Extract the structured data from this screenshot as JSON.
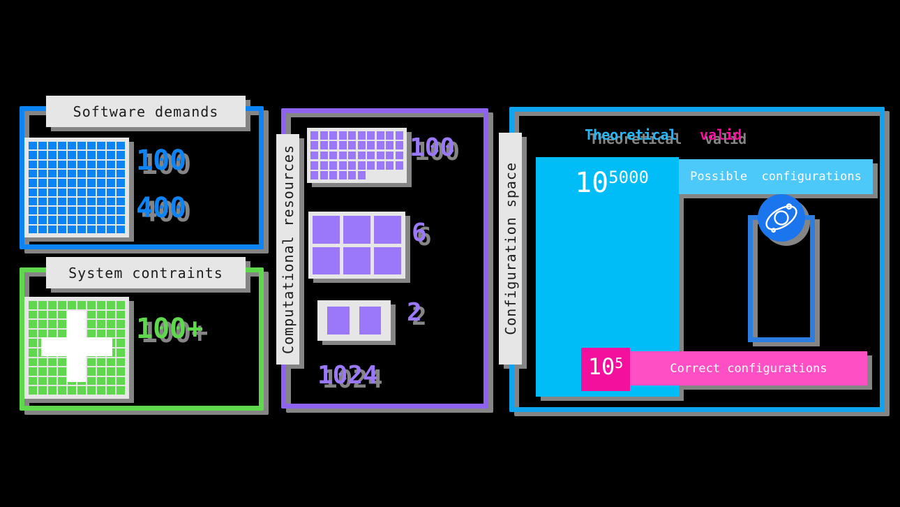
{
  "colors": {
    "background": "#000000",
    "blue": "#0d84f5",
    "green": "#5fd84d",
    "purple": "#9b78f7",
    "purple_border": "#8d63f0",
    "cyan_fill": "#00bdf8",
    "cyan_border": "#0fa4f0",
    "light_blue_bar": "#4cc9f9",
    "pink_bar": "#ff4fc4",
    "dark_pink": "#f2109c",
    "target_rect_blue": "#2b7de2",
    "icon_blue": "#1b76ee",
    "card_background": "#e6e6e6",
    "ghost_shadow": "#858585"
  },
  "panels": {
    "software": {
      "title": "Software demands",
      "counts": [
        "100",
        "400"
      ]
    },
    "system": {
      "title": "System contraints",
      "count": "100+"
    },
    "resources": {
      "label": "Computational resources",
      "blocks": [
        {
          "count_label": "100"
        },
        {
          "count_label": "6"
        },
        {
          "count_label": "2"
        }
      ],
      "total_label": "1024"
    },
    "configuration": {
      "label": "Configuration space",
      "legend": {
        "theoretical": "Theoretical",
        "valid": "valid"
      },
      "possible": {
        "base": "10",
        "exponent": "5000",
        "caption": "Possible  configurations"
      },
      "correct": {
        "base": "10",
        "exponent": "5",
        "caption": "Correct configurations"
      }
    }
  },
  "grids": {
    "software": {
      "count": 100,
      "cols": 10,
      "gap": 2,
      "color": "#0d84f5"
    },
    "system": {
      "count": 100,
      "cols": 10,
      "gap": 2,
      "color": "#5fd84d"
    },
    "res_small": {
      "count": 46,
      "cols": 10,
      "gap": 2.5,
      "color": "#9b78f7"
    },
    "res_large": {
      "count": 6,
      "cols": 3,
      "gap": 5,
      "color": "#9b78f7"
    },
    "res_two": {
      "count": 2,
      "cols": 2,
      "gap": 14,
      "color": "#9b78f7"
    }
  }
}
